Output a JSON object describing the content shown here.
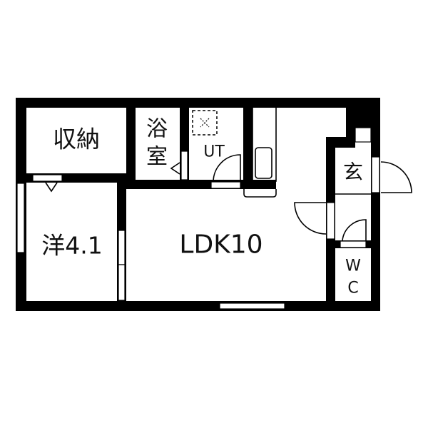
{
  "rooms": {
    "storage": "収納",
    "bath_line1": "浴",
    "bath_line2": "室",
    "utility": "UT",
    "entrance": "玄",
    "western_room": "洋4.1",
    "ldk": "LDK10",
    "wc_line1": "W",
    "wc_line2": "C"
  },
  "colors": {
    "wall": "#000000",
    "background": "#ffffff"
  }
}
